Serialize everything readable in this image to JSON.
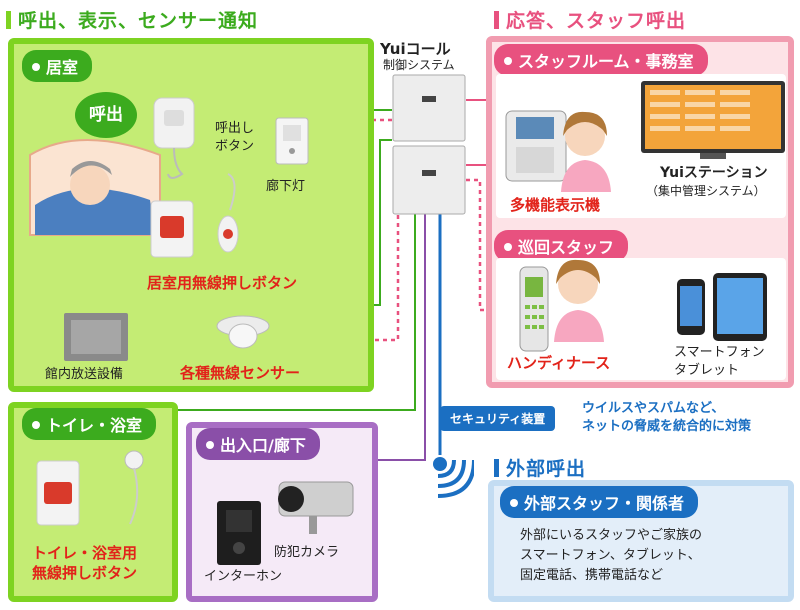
{
  "sections": {
    "left_title": "呼出、表示、センサー通知",
    "right_title": "応答、スタッフ呼出",
    "external_title": "外部呼出"
  },
  "colors": {
    "green": "#7ed321",
    "green_dark": "#3cab1e",
    "pink": "#e8517f",
    "pink_light": "#fde3e7",
    "purple": "#8a4fa8",
    "blue": "#1b6fc2",
    "blue_light": "#e3eef9",
    "red_text": "#e2231a"
  },
  "controller": {
    "brand": "Yuiコール",
    "name": "制御システム"
  },
  "room": {
    "title": "居室",
    "call_bubble": "呼出",
    "call_button": "呼出し\nボタン",
    "corridor_light": "廊下灯",
    "wireless_button": "居室用無線押しボタン",
    "broadcast": "館内放送設備",
    "sensors": "各種無線センサー"
  },
  "toilet": {
    "title": "トイレ・浴室",
    "button": "トイレ・浴室用\n無線押しボタン"
  },
  "entrance": {
    "title": "出入口/廊下",
    "camera": "防犯カメラ",
    "intercom": "インターホン"
  },
  "staff_room": {
    "title": "スタッフルーム・事務室",
    "phone": "多機能表示機",
    "station": "Yuiステーション",
    "station_sub": "（集中管理システム）"
  },
  "patrol": {
    "title": "巡回スタッフ",
    "handy": "ハンディナース",
    "smart": "スマートフォン\nタブレット"
  },
  "security": {
    "label": "セキュリティ装置",
    "desc": "ウイルスやスパムなど、\nネットの脅威を統合的に対策"
  },
  "external": {
    "title": "外部スタッフ・関係者",
    "desc": "外部にいるスタッフやご家族の\nスマートフォン、タブレット、\n固定電話、携帯電話など"
  }
}
